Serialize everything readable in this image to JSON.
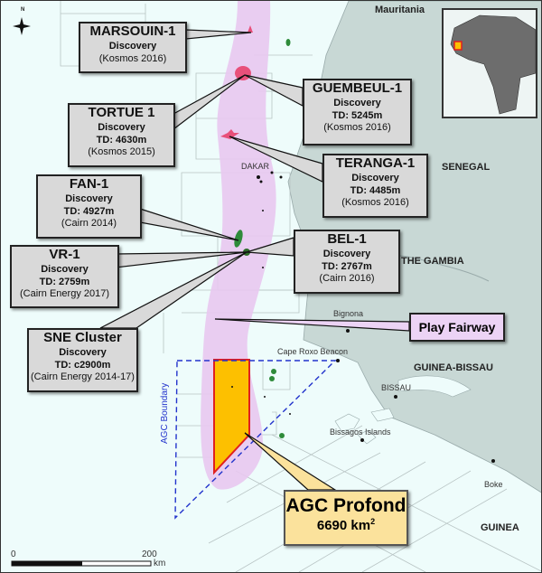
{
  "countries": {
    "mauritania": "Mauritania",
    "senegal": "SENEGAL",
    "gambia": "THE GAMBIA",
    "guinea_bissau": "GUINEA-BISSAU",
    "guinea": "GUINEA"
  },
  "towns": {
    "dakar": "DAKAR",
    "bignona": "Bignona",
    "cape_roxo": "Cape Roxo Beacon",
    "bissau": "BISSAU",
    "bissagos": "Bissagos Islands",
    "boke": "Boke"
  },
  "compass": "N",
  "discoveries": [
    {
      "name": "MARSOUIN-1",
      "status": "Discovery",
      "operator": "(Kosmos 2016)"
    },
    {
      "name": "TORTUE 1",
      "status": "Discovery",
      "td": "TD: 4630m",
      "operator": "(Kosmos 2015)"
    },
    {
      "name": "GUEMBEUL-1",
      "status": "Discovery",
      "td": "TD: 5245m",
      "operator": "(Kosmos 2016)"
    },
    {
      "name": "TERANGA-1",
      "status": "Discovery",
      "td": "TD: 4485m",
      "operator": "(Kosmos 2016)"
    },
    {
      "name": "FAN-1",
      "status": "Discovery",
      "td": "TD: 4927m",
      "operator": "(Cairn 2014)"
    },
    {
      "name": "VR-1",
      "status": "Discovery",
      "td": "TD: 2759m",
      "operator": "(Cairn Energy 2017)"
    },
    {
      "name": "BEL-1",
      "status": "Discovery",
      "td": "TD: 2767m",
      "operator": "(Cairn 2016)"
    },
    {
      "name": "SNE Cluster",
      "status": "Discovery",
      "td": "TD: c2900m",
      "operator": "(Cairn Energy 2014-17)"
    }
  ],
  "play_fairway": "Play Fairway",
  "agc": {
    "boundary_label": "AGC Boundary",
    "block_name": "AGC Profond",
    "area": "6690 km",
    "area_unit_sup": "2"
  },
  "scale": {
    "start": "0",
    "end": "200",
    "unit": "km"
  },
  "colors": {
    "sea": "#eefcfb",
    "land": "#c8d8d5",
    "fairway": "#e8c8f0",
    "agc_block": "#fdc000",
    "gas": "#e8507a",
    "oil": "#2e8b3a",
    "boundary": "#2233cc"
  }
}
